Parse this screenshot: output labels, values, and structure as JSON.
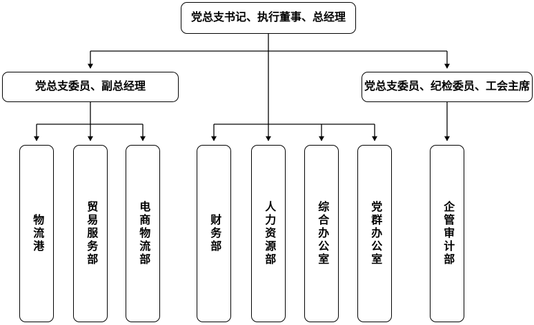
{
  "diagram": {
    "type": "organization-chart",
    "root": {
      "label": "党总支书记、执行董事、总经理"
    },
    "branches": {
      "left": {
        "label": "党总支委员、副总经理"
      },
      "right": {
        "label": "党总支委员、纪检委员、工会主席"
      }
    },
    "departments": {
      "left_group": [
        {
          "label": "物流港"
        },
        {
          "label": "贸易服务部"
        },
        {
          "label": "电商物流部"
        }
      ],
      "center_group": [
        {
          "label": "财务部"
        },
        {
          "label": "人力资源部"
        },
        {
          "label": "综合办公室"
        },
        {
          "label": "党群办公室"
        }
      ],
      "right_group": [
        {
          "label": "企管审计部"
        }
      ]
    },
    "colors": {
      "line": "#000000",
      "box_border": "#000000",
      "box_fill": "#ffffff",
      "text": "#000000",
      "background": "#ffffff"
    }
  }
}
